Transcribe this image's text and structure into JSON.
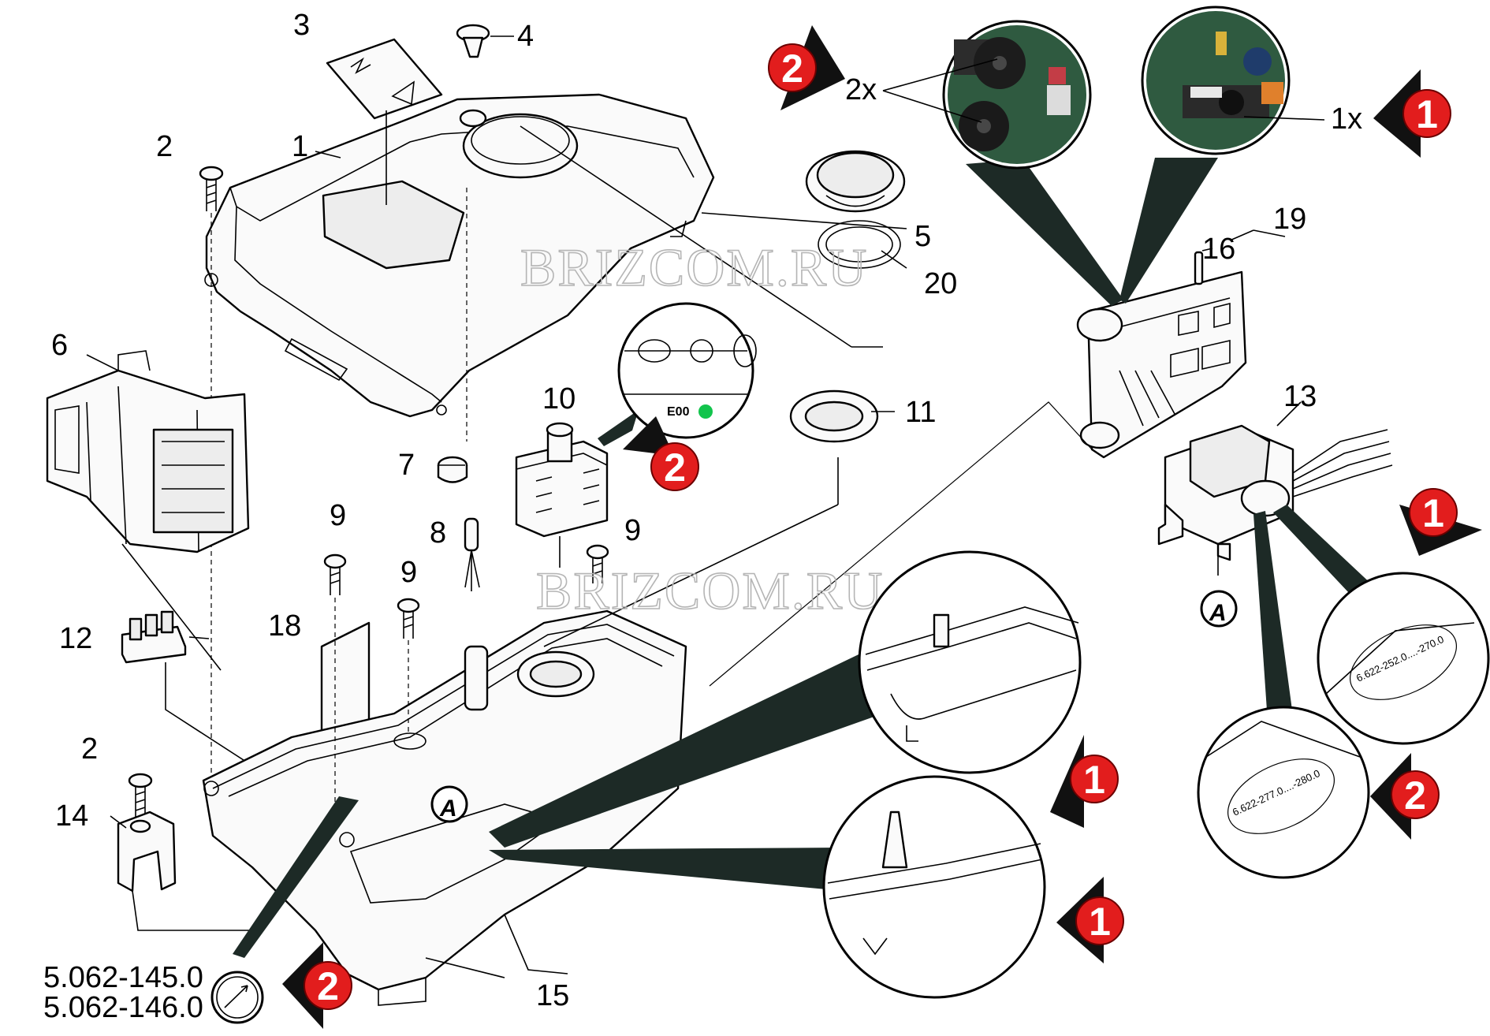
{
  "watermark": "BRIZCOM.RU",
  "callouts": [
    "1",
    "2",
    "3",
    "4",
    "5",
    "6",
    "7",
    "8",
    "9",
    "10",
    "11",
    "12",
    "13",
    "14",
    "15",
    "16",
    "18",
    "19",
    "20"
  ],
  "labels": {
    "c1": "1",
    "c2a": "2",
    "c2b": "2",
    "c3": "3",
    "c4": "4",
    "c5": "5",
    "c6": "6",
    "c7": "7",
    "c8": "8",
    "c9a": "9",
    "c9b": "9",
    "c9c": "9",
    "c10": "10",
    "c11": "11",
    "c12": "12",
    "c13": "13",
    "c14": "14",
    "c15": "15",
    "c16": "16",
    "c18": "18",
    "c19": "19",
    "c20": "20"
  },
  "quantities": {
    "pcb_cores": "2x",
    "transformer_core": "1x"
  },
  "part_numbers": [
    "5.062-145.0",
    "5.062-146.0"
  ],
  "detail_codes": {
    "transformer_a": "6.622-252.0....-270.0",
    "transformer_b": "6.622-277.0....-280.0"
  },
  "switch_marking": "E00",
  "reference_letter": "A",
  "revision_badges": [
    "2",
    "1",
    "2",
    "1",
    "2",
    "1",
    "1",
    "2"
  ],
  "colors": {
    "badge_red": "#e21d1d",
    "arrow_black": "#111111",
    "watermark_gray": "#b5b5b5"
  }
}
